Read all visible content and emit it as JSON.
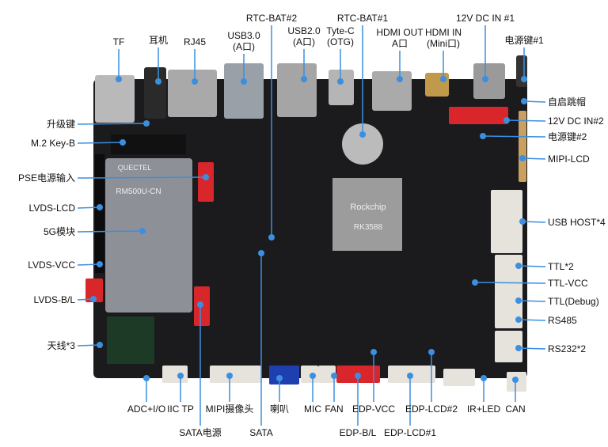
{
  "colors": {
    "board": "#1b1b1e",
    "leader": "#3b8fe0",
    "connector_red": "#d8262b",
    "connector_blue": "#1d3fb0",
    "connector_white": "#e6e2dc"
  },
  "board_markings": {
    "soc": "Rockchip",
    "soc_model": "RK3588",
    "module_brand": "QUECTEL",
    "module_model": "RM500U-CN"
  },
  "labels": {
    "top": [
      {
        "id": "tf",
        "text": "TF"
      },
      {
        "id": "earphone",
        "text": "耳机"
      },
      {
        "id": "rj45",
        "text": "RJ45"
      },
      {
        "id": "usb30",
        "text": "USB3.0\n(A口)"
      },
      {
        "id": "rtc2",
        "text": "RTC-BAT#2"
      },
      {
        "id": "usb20",
        "text": "USB2.0\n(A口)"
      },
      {
        "id": "typec",
        "text": "Tyte-C\n(OTG)"
      },
      {
        "id": "rtc1",
        "text": "RTC-BAT#1"
      },
      {
        "id": "hdmiout",
        "text": "HDMI OUT\nA口"
      },
      {
        "id": "hdmiin",
        "text": "HDMI IN\n(Mini口)"
      },
      {
        "id": "dc1",
        "text": "12V DC IN #1"
      },
      {
        "id": "pwr1",
        "text": "电源键#1"
      }
    ],
    "right": [
      {
        "id": "autostart",
        "text": "自启跳帽"
      },
      {
        "id": "dc2",
        "text": "12V DC IN#2"
      },
      {
        "id": "pwr2",
        "text": "电源键#2"
      },
      {
        "id": "mipilcd",
        "text": "MIPI-LCD"
      },
      {
        "id": "usbhost",
        "text": "USB HOST*4"
      },
      {
        "id": "ttl2",
        "text": "TTL*2"
      },
      {
        "id": "ttlvcc",
        "text": "TTL-VCC"
      },
      {
        "id": "ttldebug",
        "text": "TTL(Debug)"
      },
      {
        "id": "rs485",
        "text": "RS485"
      },
      {
        "id": "rs232",
        "text": "RS232*2"
      }
    ],
    "left": [
      {
        "id": "upgrade",
        "text": "升级键"
      },
      {
        "id": "m2",
        "text": "M.2 Key-B"
      },
      {
        "id": "pse",
        "text": "PSE电源输入"
      },
      {
        "id": "lvdslcd",
        "text": "LVDS-LCD"
      },
      {
        "id": "5g",
        "text": "5G模块"
      },
      {
        "id": "lvdsvcc",
        "text": "LVDS-VCC"
      },
      {
        "id": "lvdsbl",
        "text": "LVDS-B/L"
      },
      {
        "id": "antenna",
        "text": "天线*3"
      }
    ],
    "bottom": [
      {
        "id": "adc",
        "text": "ADC+I/O"
      },
      {
        "id": "iic",
        "text": "IIC TP"
      },
      {
        "id": "mipicam",
        "text": "MIPI摄像头"
      },
      {
        "id": "speaker",
        "text": "喇叭"
      },
      {
        "id": "mic",
        "text": "MIC"
      },
      {
        "id": "fan",
        "text": "FAN"
      },
      {
        "id": "edpvcc",
        "text": "EDP-VCC"
      },
      {
        "id": "edplcd2",
        "text": "EDP-LCD#2"
      },
      {
        "id": "irled",
        "text": "IR+LED"
      },
      {
        "id": "can",
        "text": "CAN"
      },
      {
        "id": "satapwr",
        "text": "SATA电源"
      },
      {
        "id": "sata",
        "text": "SATA"
      },
      {
        "id": "edpbl",
        "text": "EDP-B/L"
      },
      {
        "id": "edplcd1",
        "text": "EDP-LCD#1"
      }
    ]
  }
}
